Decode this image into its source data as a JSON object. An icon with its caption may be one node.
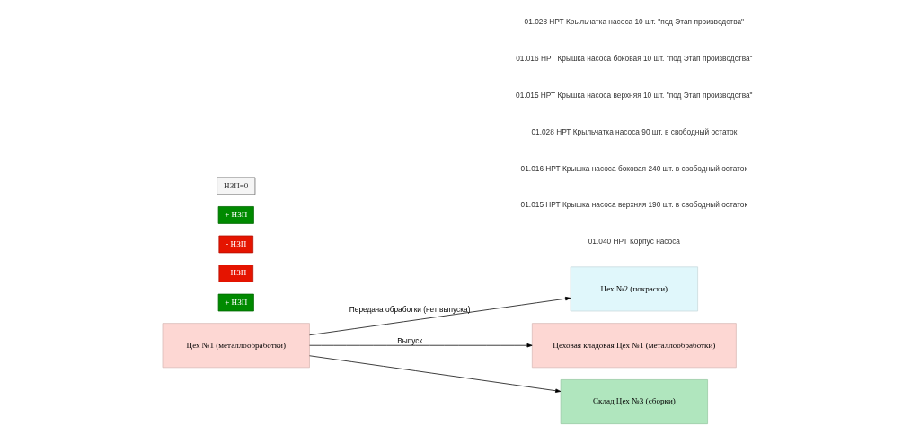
{
  "diagram": {
    "nodes": [
      {
        "text": [
          "Цех №2 (покраски)"
        ]
      },
      {
        "text": [
          "Цех №1 (металлообработки)"
        ]
      },
      {
        "text": [
          "Цеховая кладовая Цех №1 (металлообработки)"
        ]
      },
      {
        "text": [
          "Склад Цех №3 (сборки)"
        ]
      },
      {
        "text": [
          "+ НЗП"
        ]
      },
      {
        "text": [
          "- НЗП"
        ]
      },
      {
        "text": [
          "- НЗП"
        ]
      },
      {
        "text": [
          "+ НЗП"
        ]
      },
      {
        "text": [
          "НЗП=0"
        ]
      }
    ],
    "edges": [
      {
        "from": 1,
        "to": 0,
        "arrow": "to",
        "label": "Передача обработки (нет выпуска)"
      },
      {
        "from": 1,
        "to": 2,
        "arrow": "to",
        "label": "Выпуск"
      },
      {
        "from": 1,
        "to": 3,
        "arrow": "to"
      }
    ],
    "labels": [
      "01.040 НРТ Корпус насоса",
      "01.015 НРТ Крышка насоса верхняя 190 шт. в свободный остаток",
      "01.016 НРТ Крышка насоса боковая 240 шт. в свободный остаток",
      "01.028 НРТ Крыльчатка насоса 90 шт. в свободный остаток",
      "01.015 НРТ Крышка насоса верхняя 10 шт. \"под Этап производства\"",
      "01.016 НРТ Крышка насоса боковая 10 шт. \"под Этап производства\"",
      "01.028 НРТ Крыльчатка насоса 10 шт. \"под Этап производства\""
    ]
  }
}
